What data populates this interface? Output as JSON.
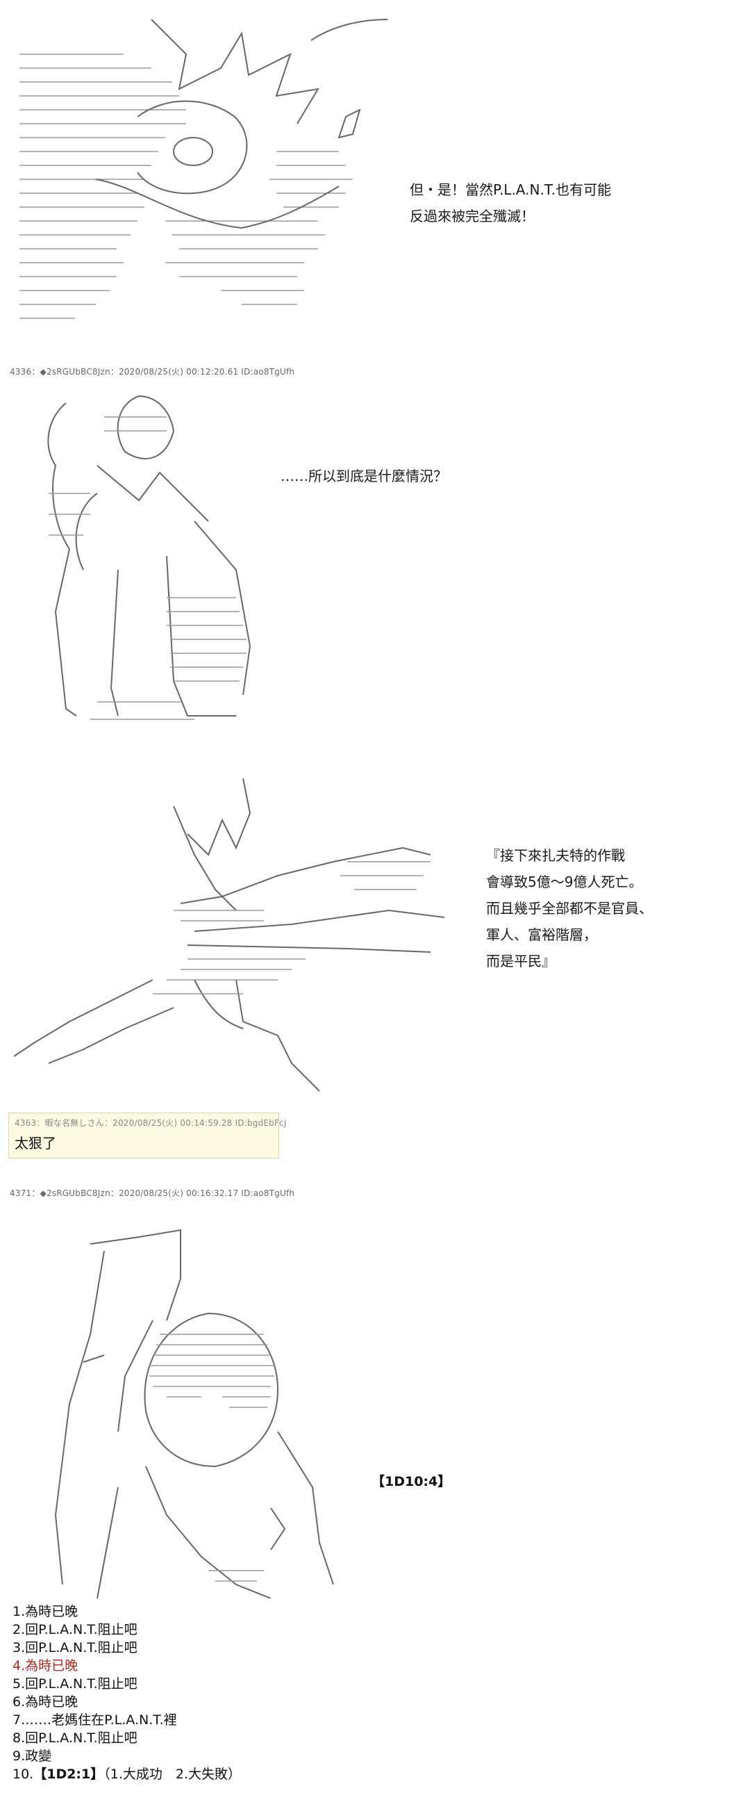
{
  "panels": [
    {
      "caption_lines": [
        "但・是！當然P.L.A.N.T.也有可能",
        "反過來被完全殲滅！"
      ],
      "art_icon": "ascii-art-explosion"
    },
    {
      "post_header": "4336：◆2sRGUbBC8Jzn：2020/08/25(火) 00:12:20.61 ID:ao8TgUfh",
      "caption_lines": [
        "……所以到底是什麼情況？"
      ],
      "art_icon": "ascii-art-standing-figures"
    },
    {
      "caption_lines": [
        "『接下來扎夫特的作戰",
        "會導致5億～9億人死亡。",
        "而且幾乎全部都不是官員、",
        "軍人、富裕階層，",
        "而是平民』"
      ],
      "art_icon": "ascii-art-winged-figure"
    },
    {
      "post_header": "4371：◆2sRGUbBC8Jzn：2020/08/25(火) 00:16:32.17 ID:ao8TgUfh",
      "art_icon": "ascii-art-thinking-figure"
    }
  ],
  "reply": {
    "header": "4363：暇な名無しさん：2020/08/25(火) 00:14:59.28 ID:bgdEbFcJ",
    "text": "太狠了"
  },
  "dice": "【1D10:4】",
  "options": [
    {
      "text": "1.為時已晚"
    },
    {
      "text": "2.回P.L.A.N.T.阻止吧"
    },
    {
      "text": "3.回P.L.A.N.T.阻止吧"
    },
    {
      "text": "4.為時已晚",
      "highlight": true
    },
    {
      "text": "5.回P.L.A.N.T.阻止吧"
    },
    {
      "text": "6.為時已晚"
    },
    {
      "text": "7.……老媽住在P.L.A.N.T.裡"
    },
    {
      "text": "8.回P.L.A.N.T.阻止吧"
    },
    {
      "text": "9.政變"
    },
    {
      "prefix": "10.",
      "bold": "【1D2:1】",
      "suffix": "（1.大成功　2.大失敗）"
    }
  ],
  "colors": {
    "highlight": "#b3261e",
    "reply_background": "#fdfbe2",
    "reply_border": "#d9d3a8",
    "header_text": "#666666"
  }
}
